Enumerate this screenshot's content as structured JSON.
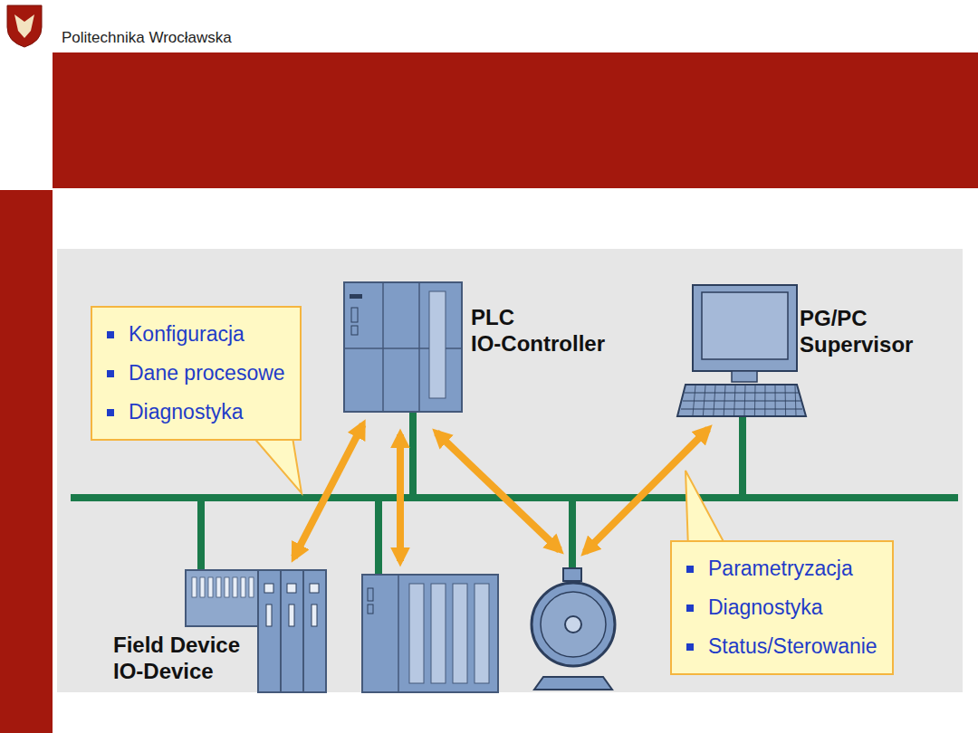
{
  "diagram": {
    "nodes": [
      {
        "text": [
          "Konfiguracja",
          "Dane procesowe",
          "Diagnostyka"
        ]
      },
      {
        "text": [
          "PLC",
          "IO-Controller"
        ]
      },
      {
        "text": [
          "PG/PC",
          "Supervisor"
        ]
      },
      {
        "text": [
          "Parametryzacja",
          "Diagnostyka",
          "Status/Sterowanie"
        ]
      },
      {
        "text": [
          "Field Device",
          "IO-Device"
        ]
      }
    ],
    "edges": [
      {
        "from": 1,
        "to": 4,
        "arrow": "both"
      }
    ],
    "labels": [
      "Politechnika Wrocławska"
    ]
  }
}
